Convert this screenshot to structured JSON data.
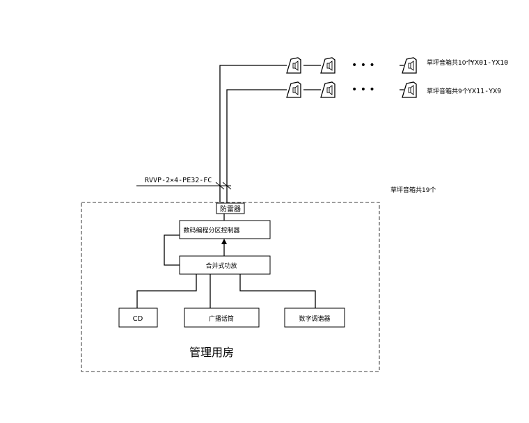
{
  "rows": [
    {
      "label": "草坪音箱共10个",
      "range": "YX01-YX10"
    },
    {
      "label": "草坪音箱共9个",
      "range": "YX11-YX9"
    }
  ],
  "total_label": "草坪音箱共19个",
  "cable_label": "RVVP-2×4-PE32-FC",
  "room_label": "管理用房",
  "blocks": {
    "lightning": "防雷器",
    "controller": "数码编程分区控制器",
    "amplifier": "合并式功放",
    "cd": "CD",
    "microphone": "广播话筒",
    "tuner": "数字调谐器"
  },
  "ellipsis": "• • •"
}
